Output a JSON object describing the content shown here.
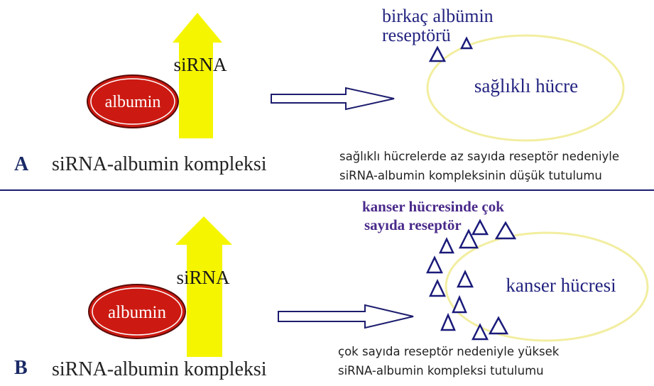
{
  "colors": {
    "arrow_yellow": "#f5f500",
    "albumin_red": "#cc1a12",
    "cell_outline": "#f2eea0",
    "receptor_navy": "#1a1a7a",
    "label_navy": "#232380",
    "label_purple": "#4a2a8a",
    "divider": "#1c1c6e",
    "text_dark": "#222222"
  },
  "panel_a": {
    "letter": "A",
    "complex_label": "siRNA-albumin kompleksi",
    "albumin_label": "albumin",
    "sirna_label": "siRNA",
    "receptor_label_line1": "birkaç albümin",
    "receptor_label_line2": "reseptörü",
    "cell_label": "sağlıklı hücre",
    "caption_line1": "sağlıklı hücrelerde az sayıda reseptör nedeniyle",
    "caption_line2": "siRNA-albumin kompleksinin düşük tutulumu"
  },
  "panel_b": {
    "letter": "B",
    "complex_label": "siRNA-albumin kompleksi",
    "albumin_label": "albumin",
    "sirna_label": "siRNA",
    "receptor_label_line1": "kanser hücresinde  çok",
    "receptor_label_line2": "sayıda reseptör",
    "cell_label": "kanser hücresi",
    "caption_line1": "çok sayıda reseptör nedeniyle yüksek",
    "caption_line2": "siRNA-albumin kompleksi tutulumu"
  }
}
